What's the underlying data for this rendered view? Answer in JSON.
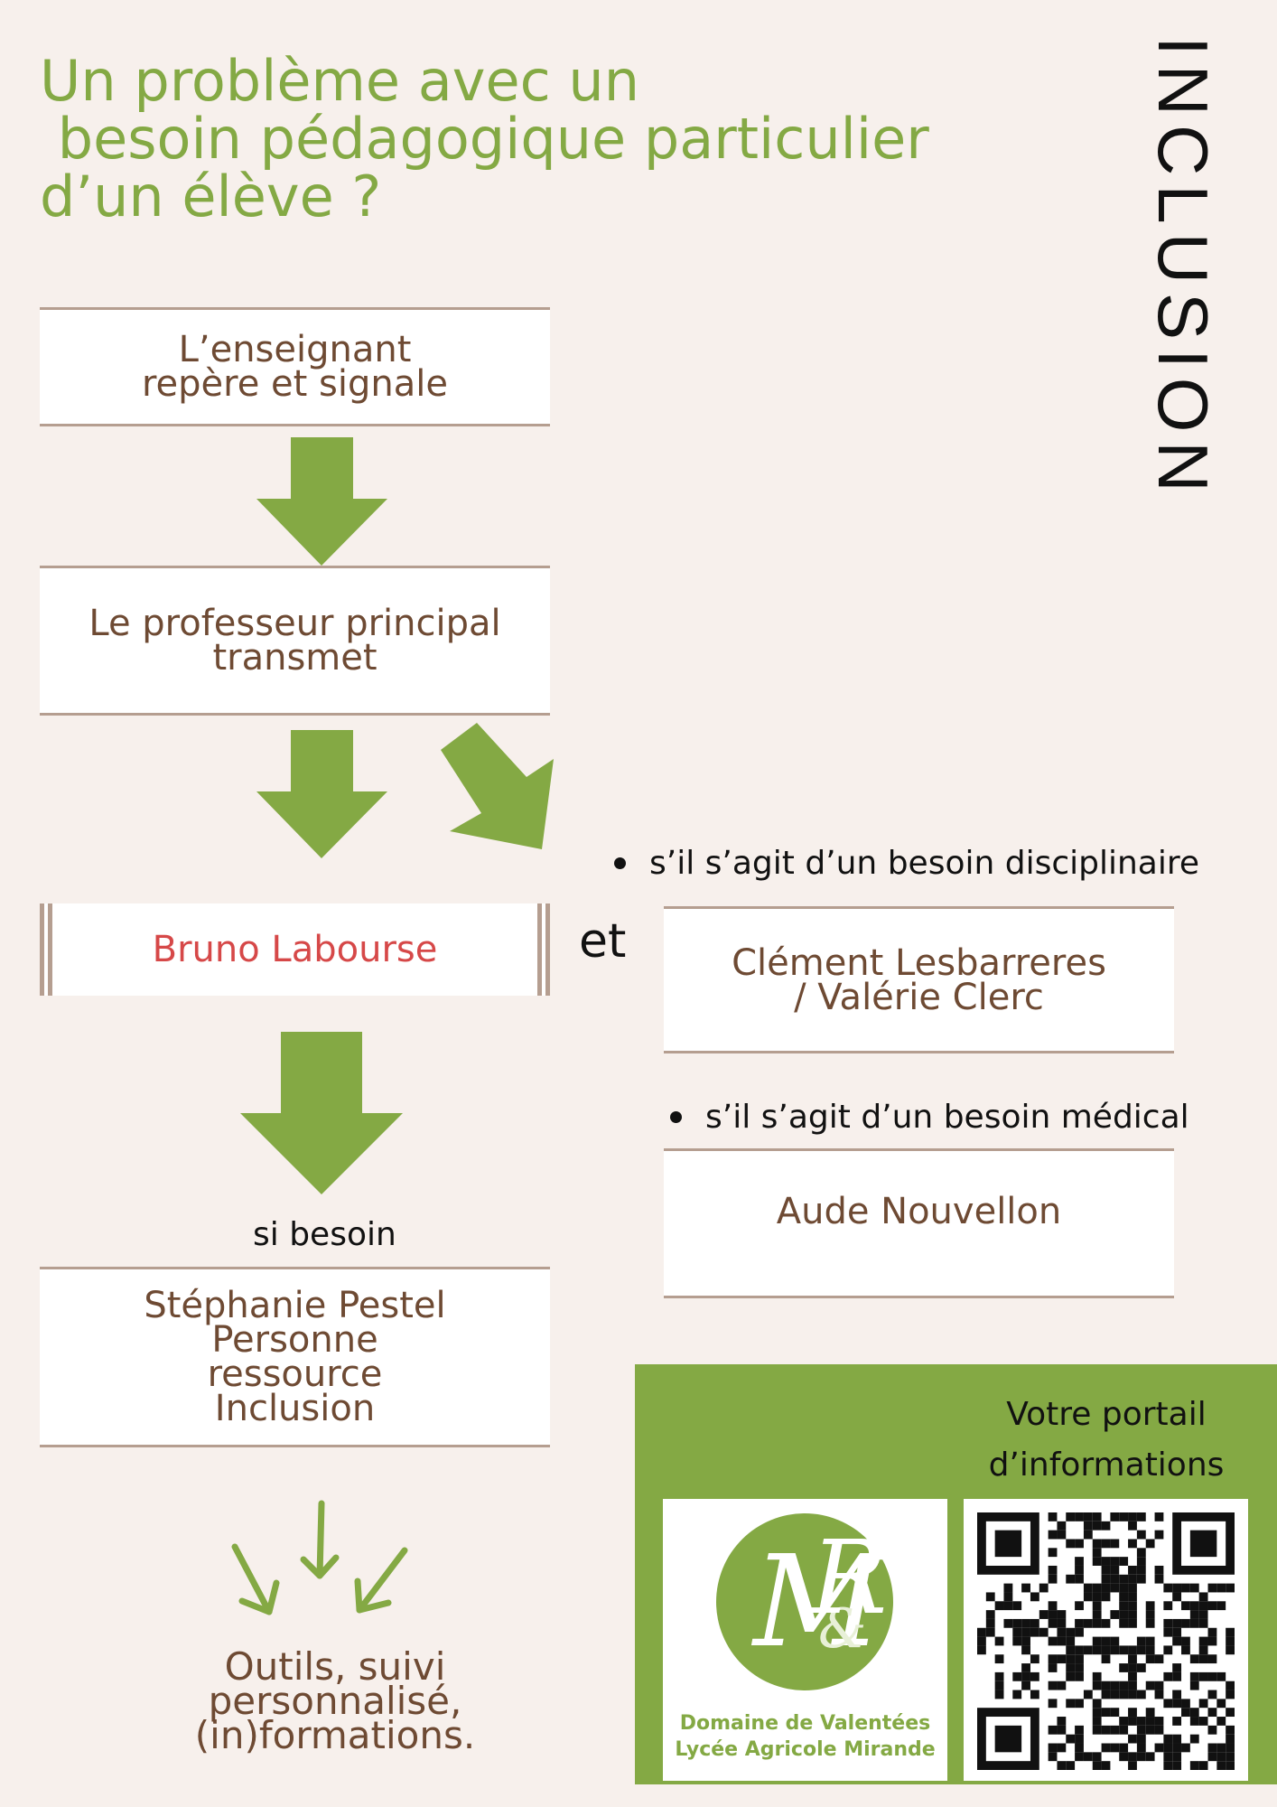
{
  "title": "Un problème avec un\n besoin pédagogique particulier\nd’un élève ?",
  "side_title": "INCLUSION",
  "flow": {
    "step1": "L’enseignant\nrepère et signale",
    "step2": "Le professeur principal\ntransmet",
    "step3": "Bruno Labourse",
    "connector": "et",
    "condition_disciplinary": "s’il s’agit d’un besoin disciplinaire",
    "step3_right": "Clément Lesbarreres\n/ Valérie Clerc",
    "condition_medical": "s’il s’agit d’un besoin médical",
    "medical_contact": "Aude Nouvellon",
    "if_needed": "si besoin",
    "step4": "Stéphanie Pestel\nPersonne\nressource\nInclusion",
    "outcome": "Outils, suivi\npersonnalisé,\n(in)formations."
  },
  "portal": {
    "label": "Votre portail\nd’informations",
    "logo_line": "Domaine de Valentées\nLycée Agricole Mirande",
    "logo_monogram": "M&R"
  },
  "colors": {
    "green": "#84a944",
    "brown": "#6e4a33",
    "red": "#d64848",
    "background": "#f7f0ec"
  },
  "icons": [
    "arrow-down-icon",
    "arrow-diagonal-icon",
    "thin-arrows-icon",
    "logo-icon",
    "qr-code-icon"
  ]
}
